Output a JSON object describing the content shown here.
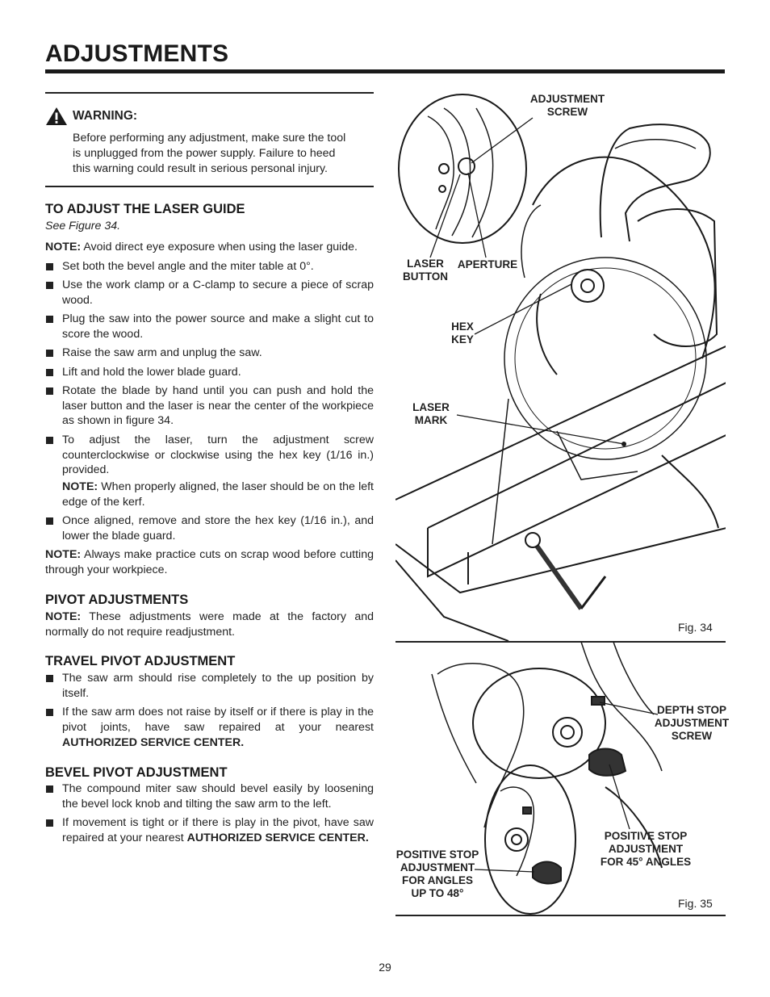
{
  "page": {
    "title": "ADJUSTMENTS",
    "number": "29"
  },
  "warning": {
    "heading": "WARNING:",
    "body": "Before performing any adjustment, make sure the tool is unplugged from the power supply. Failure to heed this warning could result in serious personal injury."
  },
  "laser": {
    "heading": "TO ADJUST THE LASER GUIDE",
    "see": "See Figure 34.",
    "note_label": "NOTE:",
    "note_text": "Avoid direct eye exposure when using the laser guide.",
    "bullets": [
      "Set both the bevel angle and the miter table at 0°.",
      "Use the work clamp or a C-clamp to secure a piece of scrap wood.",
      "Plug the saw into the power source and make a slight cut to score the wood.",
      "Raise the saw arm and unplug the saw.",
      "Lift and hold the lower blade guard.",
      "Rotate the blade by hand until you can push and hold the laser button and the laser is near the center of the workpiece as shown in figure 34.",
      "To adjust the laser, turn the adjustment screw counterclockwise or clockwise using the hex key (1/16 in.) provided."
    ],
    "aligned_note_label": "NOTE:",
    "aligned_note_text": "When properly aligned, the laser should be on the left edge of the kerf.",
    "last_bullet": "Once aligned, remove and store the hex key (1/16 in.), and lower the blade guard.",
    "practice_label": "NOTE:",
    "practice_text": "Always make practice cuts on scrap wood before cutting through your workpiece."
  },
  "pivot": {
    "heading": "PIVOT ADJUSTMENTS",
    "note_label": "NOTE:",
    "note_text": "These adjustments were made at the factory and normally do not require readjustment."
  },
  "travel": {
    "heading": "TRAVEL PIVOT ADJUSTMENT",
    "bullet1": "The saw arm should rise completely to the up position by itself.",
    "bullet2": "If the saw arm does not raise by itself or if there is play in the pivot joints, have saw repaired at your nearest",
    "bullet2_bold": "AUTHORIZED SERVICE CENTER."
  },
  "bevel": {
    "heading": "BEVEL PIVOT ADJUSTMENT",
    "bullet1": "The compound miter saw should bevel easily by loosening the bevel lock knob and tilting the saw arm to the left.",
    "bullet2": "If movement is tight or if there is play in the pivot, have saw repaired at your nearest",
    "bullet2_bold": "AUTHORIZED SERVICE CENTER."
  },
  "fig34": {
    "caption": "Fig. 34",
    "labels": {
      "adjustment_screw": "ADJUSTMENT SCREW",
      "laser_button": "LASER BUTTON",
      "aperture": "APERTURE",
      "hex_key": "HEX KEY",
      "laser_mark": "LASER MARK"
    }
  },
  "fig35": {
    "caption": "Fig. 35",
    "labels": {
      "depth_stop": "DEPTH STOP ADJUSTMENT SCREW",
      "positive_stop_45": "POSITIVE STOP ADJUSTMENT FOR 45° ANGLES",
      "positive_stop_48": "POSITIVE STOP ADJUSTMENT FOR ANGLES UP TO 48°"
    }
  }
}
